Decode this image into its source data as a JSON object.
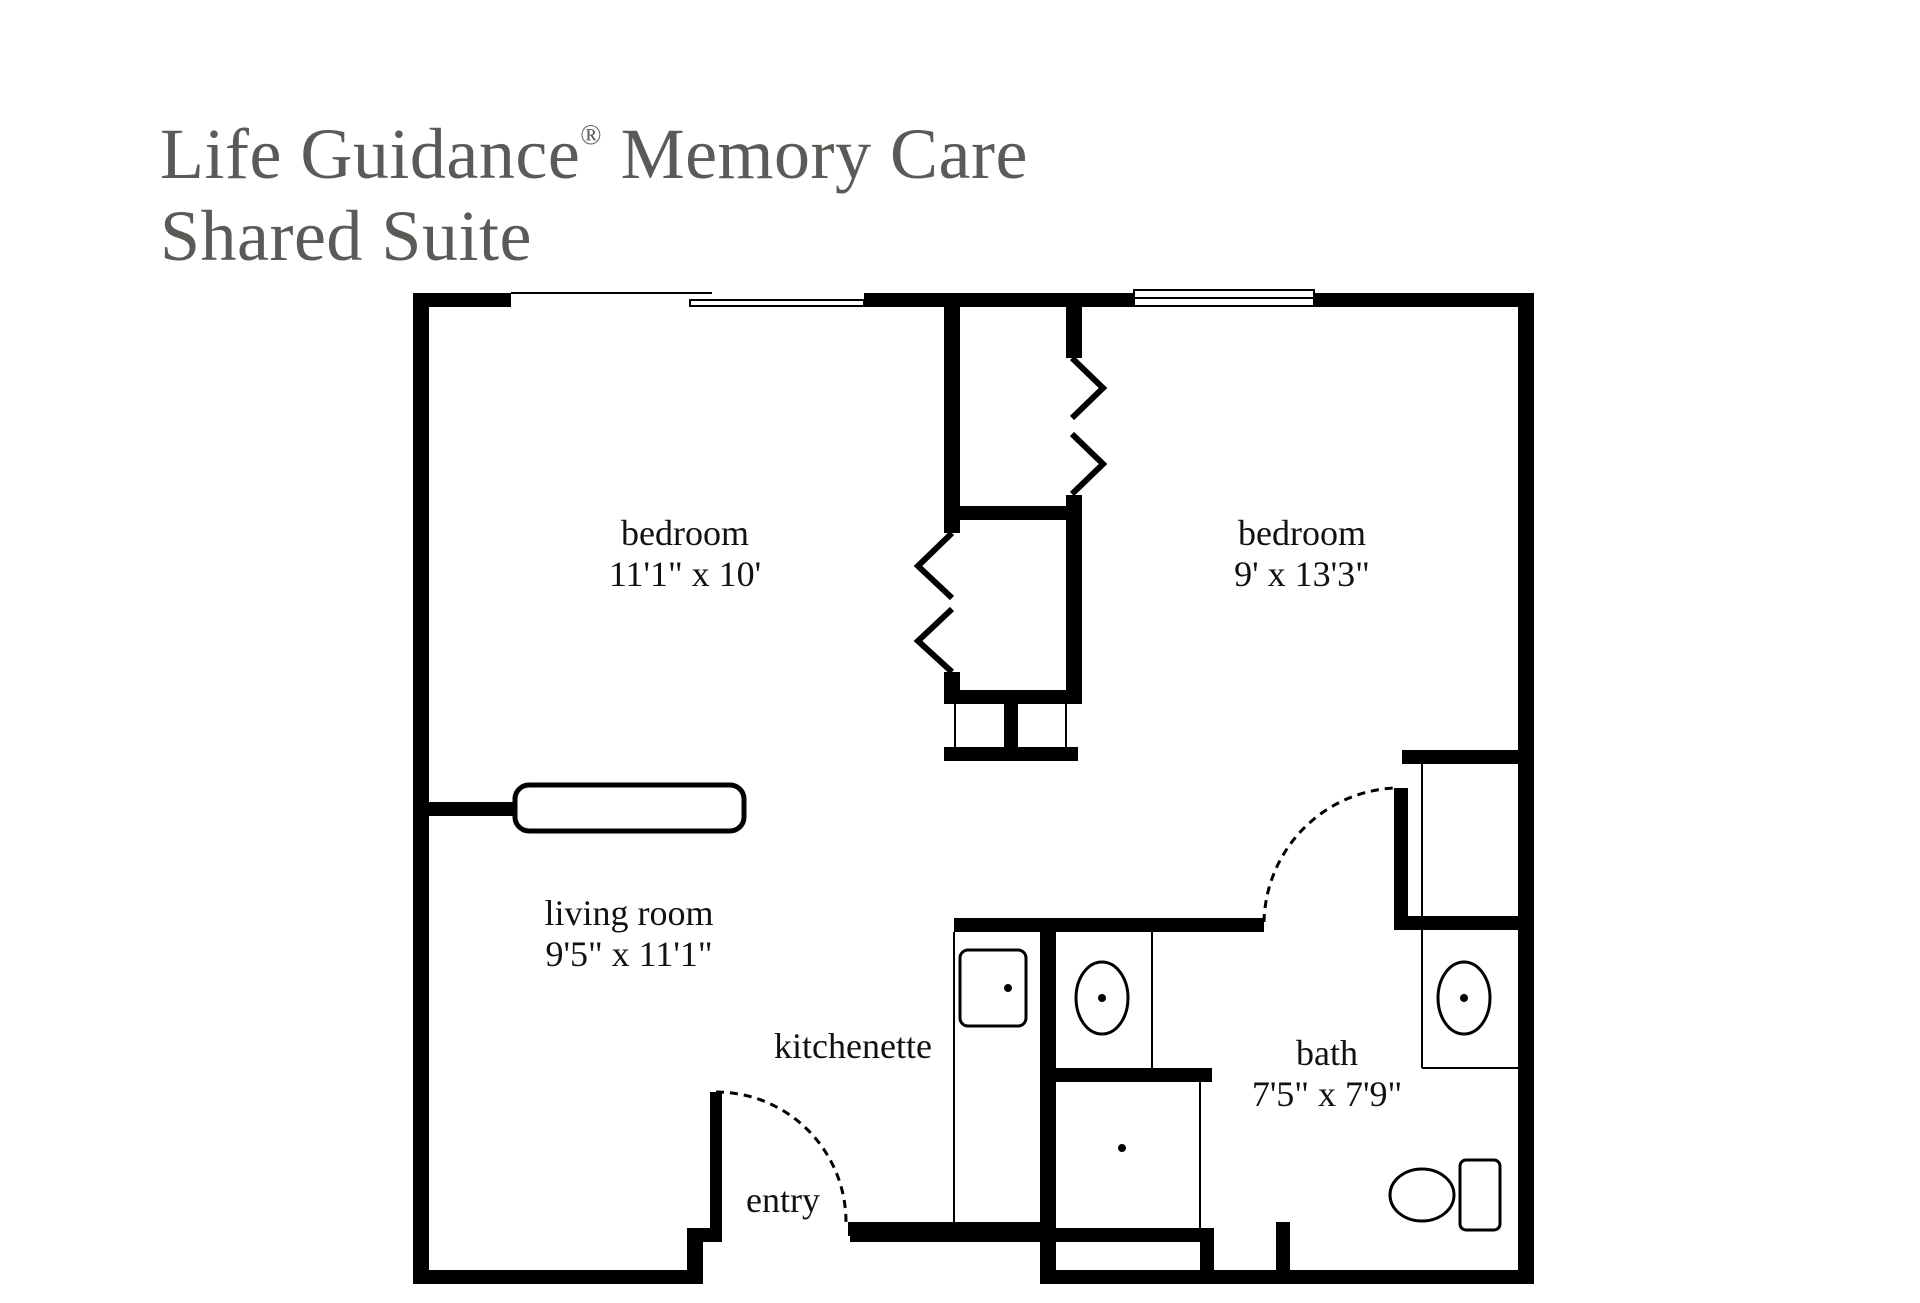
{
  "header": {
    "title_line1_prefix": "Life Guidance",
    "registered_mark": "®",
    "title_line1_suffix": " Memory Care",
    "title_line2": "Shared Suite"
  },
  "rooms": {
    "bedroom_left": {
      "name": "bedroom",
      "size": "11'1\" x 10'"
    },
    "bedroom_right": {
      "name": "bedroom",
      "size": "9' x 13'3\""
    },
    "living_room": {
      "name": "living room",
      "size": "9'5\" x 11'1\""
    },
    "kitchenette": {
      "name": "kitchenette"
    },
    "bath": {
      "name": "bath",
      "size": "7'5\" x 7'9\""
    },
    "entry": {
      "name": "entry"
    }
  },
  "colors": {
    "wall": "#000000",
    "title": "#5a5a56",
    "label": "#111111"
  }
}
